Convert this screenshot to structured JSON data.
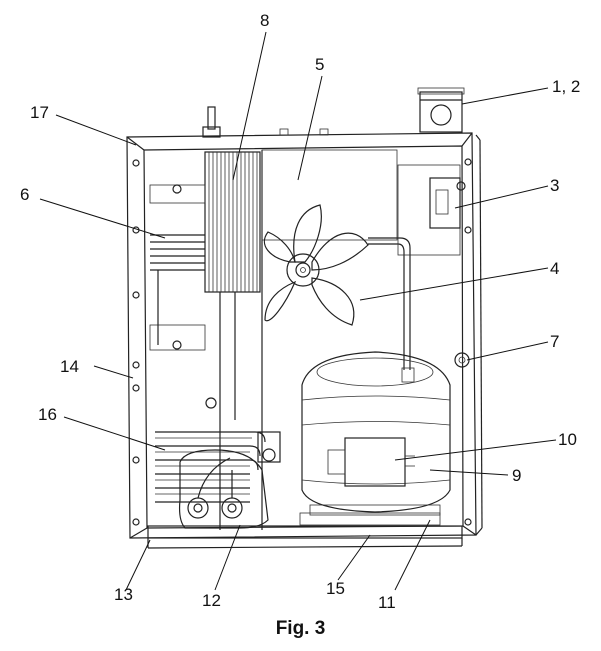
{
  "figure": {
    "caption": "Fig. 3",
    "labels": [
      {
        "id": "l1",
        "text": "1, 2"
      },
      {
        "id": "l3",
        "text": "3"
      },
      {
        "id": "l4",
        "text": "4"
      },
      {
        "id": "l5",
        "text": "5"
      },
      {
        "id": "l6",
        "text": "6"
      },
      {
        "id": "l7",
        "text": "7"
      },
      {
        "id": "l8",
        "text": "8"
      },
      {
        "id": "l9",
        "text": "9"
      },
      {
        "id": "l10",
        "text": "10"
      },
      {
        "id": "l11",
        "text": "11"
      },
      {
        "id": "l12",
        "text": "12"
      },
      {
        "id": "l13",
        "text": "13"
      },
      {
        "id": "l14",
        "text": "14"
      },
      {
        "id": "l15",
        "text": "15"
      },
      {
        "id": "l16",
        "text": "16"
      },
      {
        "id": "l17",
        "text": "17"
      }
    ]
  }
}
